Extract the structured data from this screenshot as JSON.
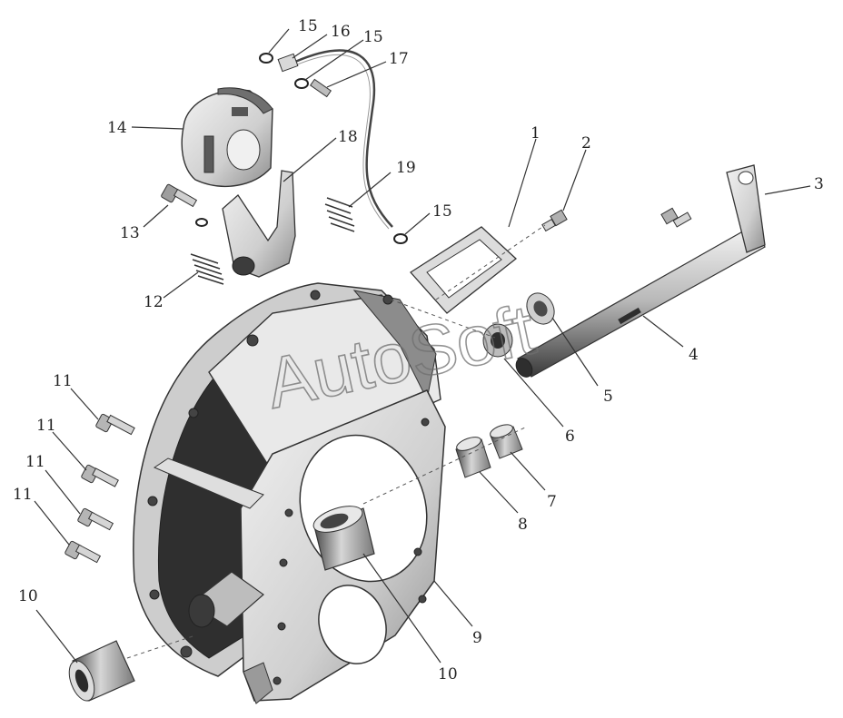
{
  "watermark": "AutoSoft",
  "callouts": {
    "c1": "1",
    "c2": "2",
    "c3": "3",
    "c4": "4",
    "c5": "5",
    "c6": "6",
    "c7": "7",
    "c8": "8",
    "c9": "9",
    "c10a": "10",
    "c10b": "10",
    "c11a": "11",
    "c11b": "11",
    "c11c": "11",
    "c11d": "11",
    "c12": "12",
    "c13": "13",
    "c14": "14",
    "c15a": "15",
    "c15b": "15",
    "c15c": "15",
    "c16": "16",
    "c17": "17",
    "c18": "18",
    "c19": "19"
  },
  "colors": {
    "metal_light": "#e6e6e6",
    "metal_mid": "#a9a9a9",
    "metal_dark": "#2f2f2f",
    "line": "#333333"
  }
}
